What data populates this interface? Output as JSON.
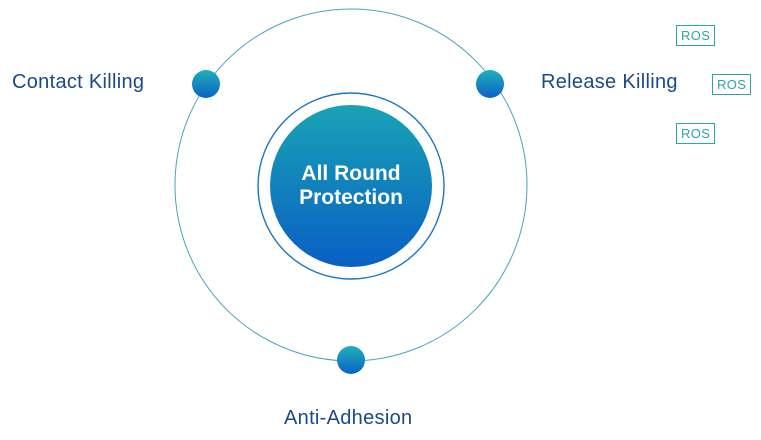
{
  "diagram": {
    "center": {
      "line1": "All Round",
      "line2": "Protection"
    },
    "nodes": {
      "contact": "Contact Killing",
      "release": "Release Killing",
      "adhesion": "Anti-Adhesion"
    },
    "badges": [
      "ROS",
      "ROS",
      "ROS"
    ]
  },
  "colors": {
    "gradient_top": "#18a3b4",
    "gradient_bottom": "#0a5fc4",
    "orbit_stroke": "#4aa3bd",
    "label_text": "#1c4a86",
    "badge_teal": "#2aa7a3"
  },
  "icons": [
    "orbit-node-dot"
  ]
}
